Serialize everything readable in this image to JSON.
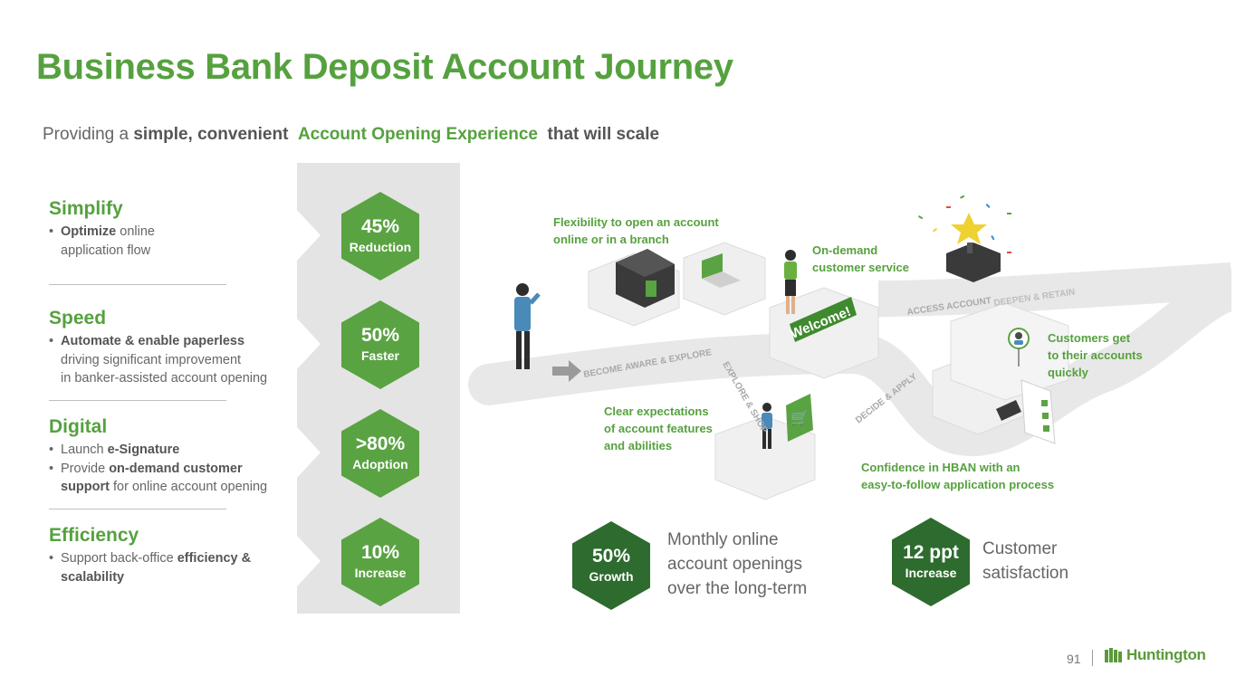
{
  "title": "Business Bank Deposit Account Journey",
  "subtitle": {
    "prefix": "Providing a ",
    "bold1": "simple, convenient",
    "highlight": "Account Opening Experience",
    "bold2": "that will scale"
  },
  "sections": [
    {
      "heading": "Simplify",
      "metric": "45%",
      "metric_label": "Reduction"
    },
    {
      "heading": "Speed",
      "metric": "50%",
      "metric_label": "Faster"
    },
    {
      "heading": "Digital",
      "metric": ">80%",
      "metric_label": "Adoption"
    },
    {
      "heading": "Efficiency",
      "metric": "10%",
      "metric_label": "Increase"
    }
  ],
  "bullets": {
    "simplify_1_bold": "Optimize",
    "simplify_1_rest": " online",
    "simplify_1_line2": "application flow",
    "speed_1_bold": "Automate & enable paperless",
    "speed_1_line2": "driving significant improvement",
    "speed_1_line3": "in banker-assisted account opening",
    "digital_1_pre": "Launch ",
    "digital_1_bold": "e-Signature",
    "digital_2_pre": "Provide ",
    "digital_2_bold": "on-demand customer",
    "digital_2_line2_bold": "support",
    "digital_2_line2_rest": " for online account opening",
    "eff_1_pre": "Support back-office ",
    "eff_1_bold": "efficiency &",
    "eff_1_line2_bold": "scalability"
  },
  "journey": {
    "path_labels": [
      "BECOME AWARE & EXPLORE",
      "EXPLORE & SHOP",
      "DECIDE & APPLY",
      "ACCESS ACCOUNT",
      "DEEPEN & RETAIN"
    ],
    "welcome_sign": "Welcome!",
    "callouts": {
      "flexibility": [
        "Flexibility to open an account",
        "online or in a branch"
      ],
      "on_demand": [
        "On-demand",
        "customer service"
      ],
      "customers_get": [
        "Customers get",
        "to their accounts",
        "quickly"
      ],
      "clear_expectations": [
        "Clear expectations",
        "of account features",
        "and abilities"
      ],
      "confidence": [
        "Confidence in HBAN with an",
        "easy-to-follow application process"
      ]
    }
  },
  "stats": [
    {
      "value": "50%",
      "label": "Growth",
      "desc": [
        "Monthly online",
        "account openings",
        "over the long-term"
      ]
    },
    {
      "value": "12 ppt",
      "label": "Increase",
      "desc": [
        "Customer",
        "satisfaction"
      ]
    }
  ],
  "footer": {
    "page_number": "91",
    "brand": "Huntington"
  },
  "colors": {
    "accent_green": "#56a13f",
    "hex_green": "#5aa342",
    "hex_dark": "#2e6b2e",
    "pillar_gray": "#e4e4e4"
  }
}
